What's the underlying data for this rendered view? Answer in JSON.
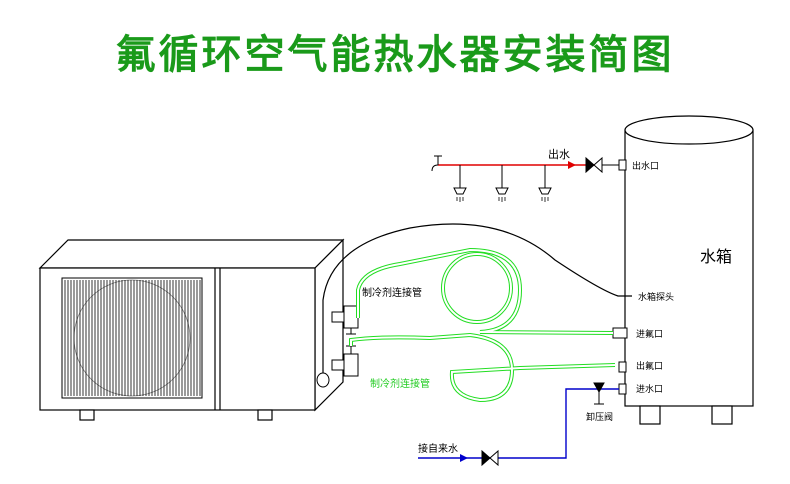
{
  "title": "氟循环空气能热水器安装简图",
  "labels": {
    "hot_water_out": "出水",
    "tank": "水箱",
    "tank_outlet": "出水口",
    "tank_probe": "水箱探头",
    "gas_inlet": "进氟口",
    "gas_outlet": "出氟口",
    "water_inlet": "进水口",
    "refrigerant_pipe_upper": "制冷剂连接管",
    "refrigerant_pipe_lower": "制冷剂连接管",
    "relief_valve": "卸压阀",
    "tap_water_in": "接自来水"
  },
  "colors": {
    "title": "#1a9a1a",
    "hot_pipe": "#e00000",
    "cold_pipe": "#0000cc",
    "refrigerant": "#22dd22",
    "refrigerant_label": "#22cc22",
    "line": "#000000"
  },
  "icons": [
    "fan-grille-icon",
    "shower-head-icon",
    "faucet-icon",
    "check-valve-icon",
    "pressure-relief-valve-icon"
  ]
}
